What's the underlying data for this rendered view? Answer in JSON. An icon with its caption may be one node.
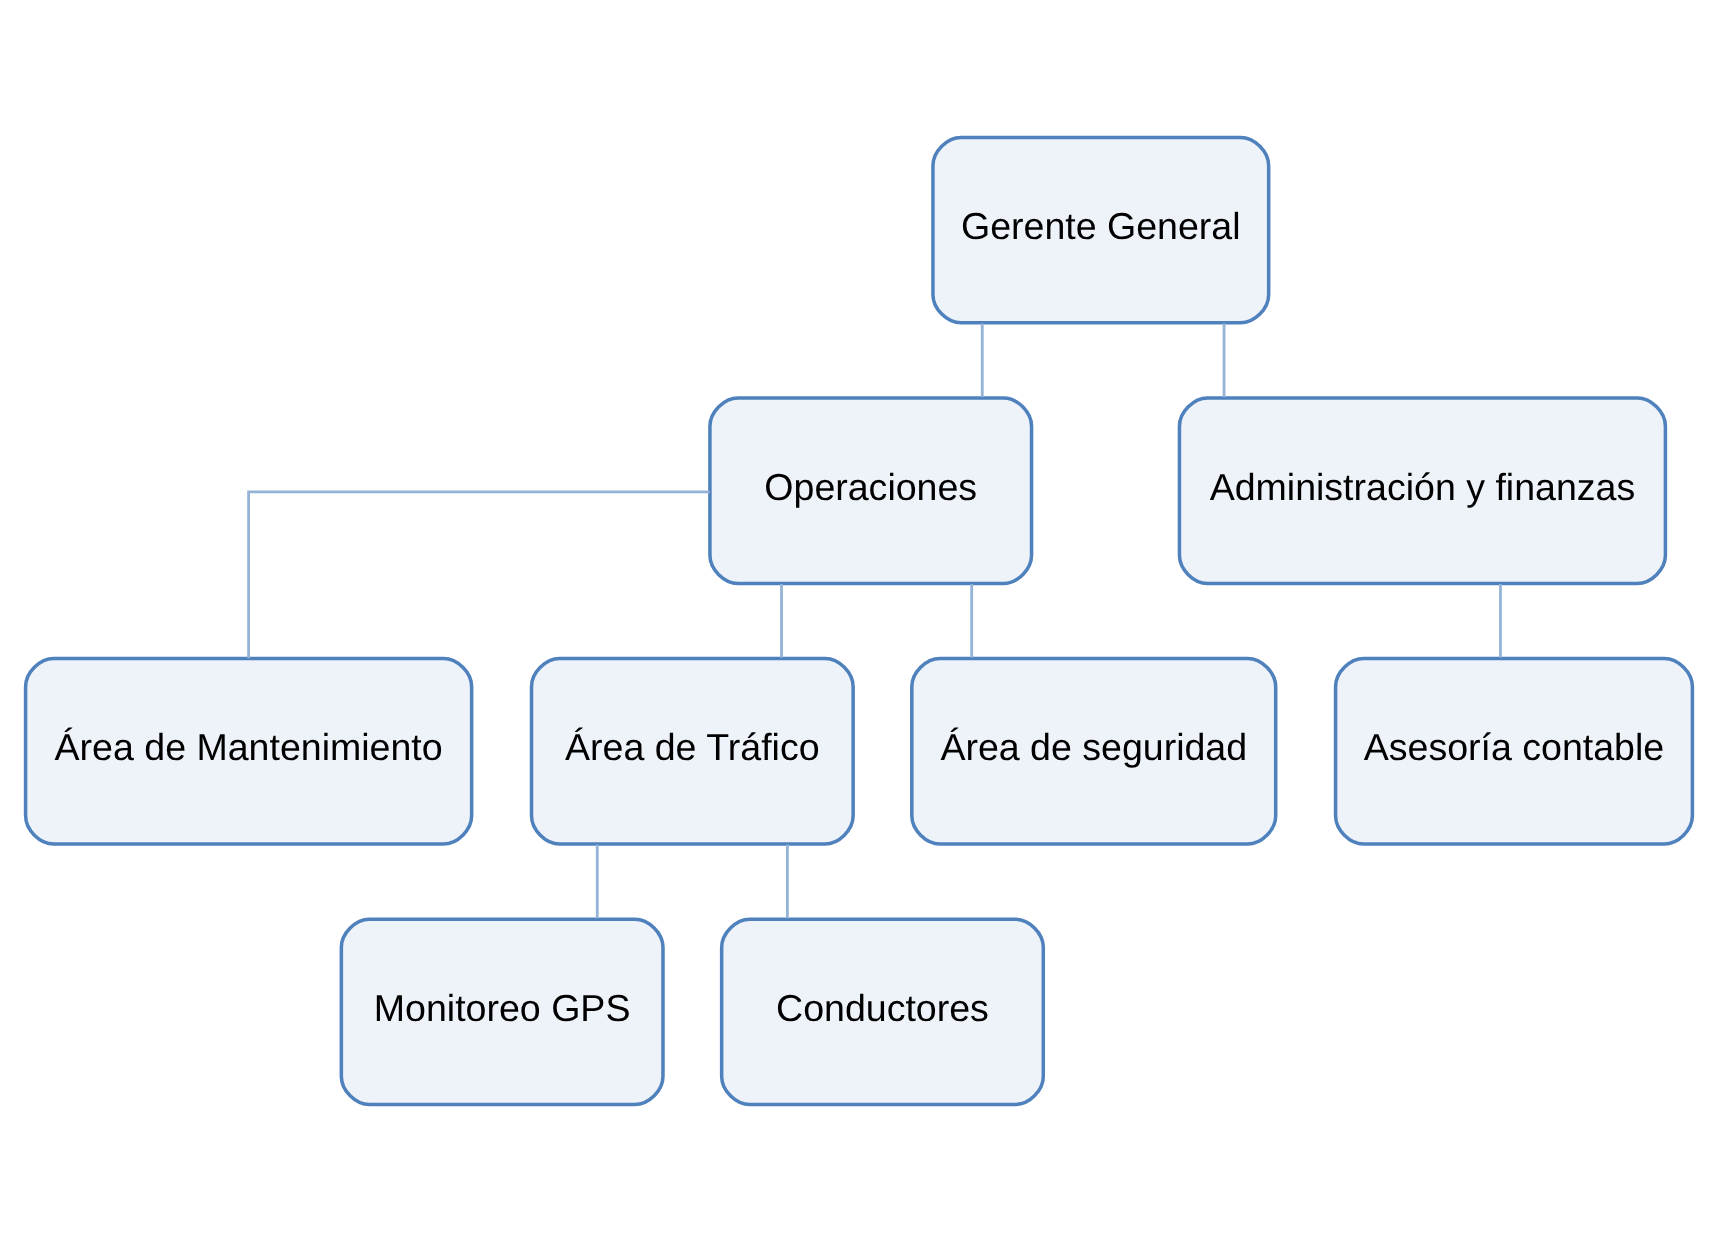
{
  "diagram": {
    "nodes": [
      {
        "text": [
          "Gerente General"
        ]
      },
      {
        "text": [
          "Operaciones"
        ]
      },
      {
        "text": [
          "Administración y finanzas"
        ]
      },
      {
        "text": [
          "Área de Mantenimiento"
        ]
      },
      {
        "text": [
          "Área de Tráfico"
        ]
      },
      {
        "text": [
          "Área de seguridad"
        ]
      },
      {
        "text": [
          "Asesoría contable"
        ]
      },
      {
        "text": [
          "Monitoreo GPS"
        ]
      },
      {
        "text": [
          "Conductores"
        ]
      }
    ],
    "edges": [
      {
        "from": 0,
        "to": 1,
        "arrow": "none"
      },
      {
        "from": 0,
        "to": 2,
        "arrow": "none"
      },
      {
        "from": 1,
        "to": 3,
        "arrow": "none"
      },
      {
        "from": 1,
        "to": 4,
        "arrow": "none"
      },
      {
        "from": 1,
        "to": 5,
        "arrow": "none"
      },
      {
        "from": 2,
        "to": 6,
        "arrow": "none"
      },
      {
        "from": 4,
        "to": 7,
        "arrow": "none"
      },
      {
        "from": 4,
        "to": 8,
        "arrow": "none"
      }
    ]
  }
}
